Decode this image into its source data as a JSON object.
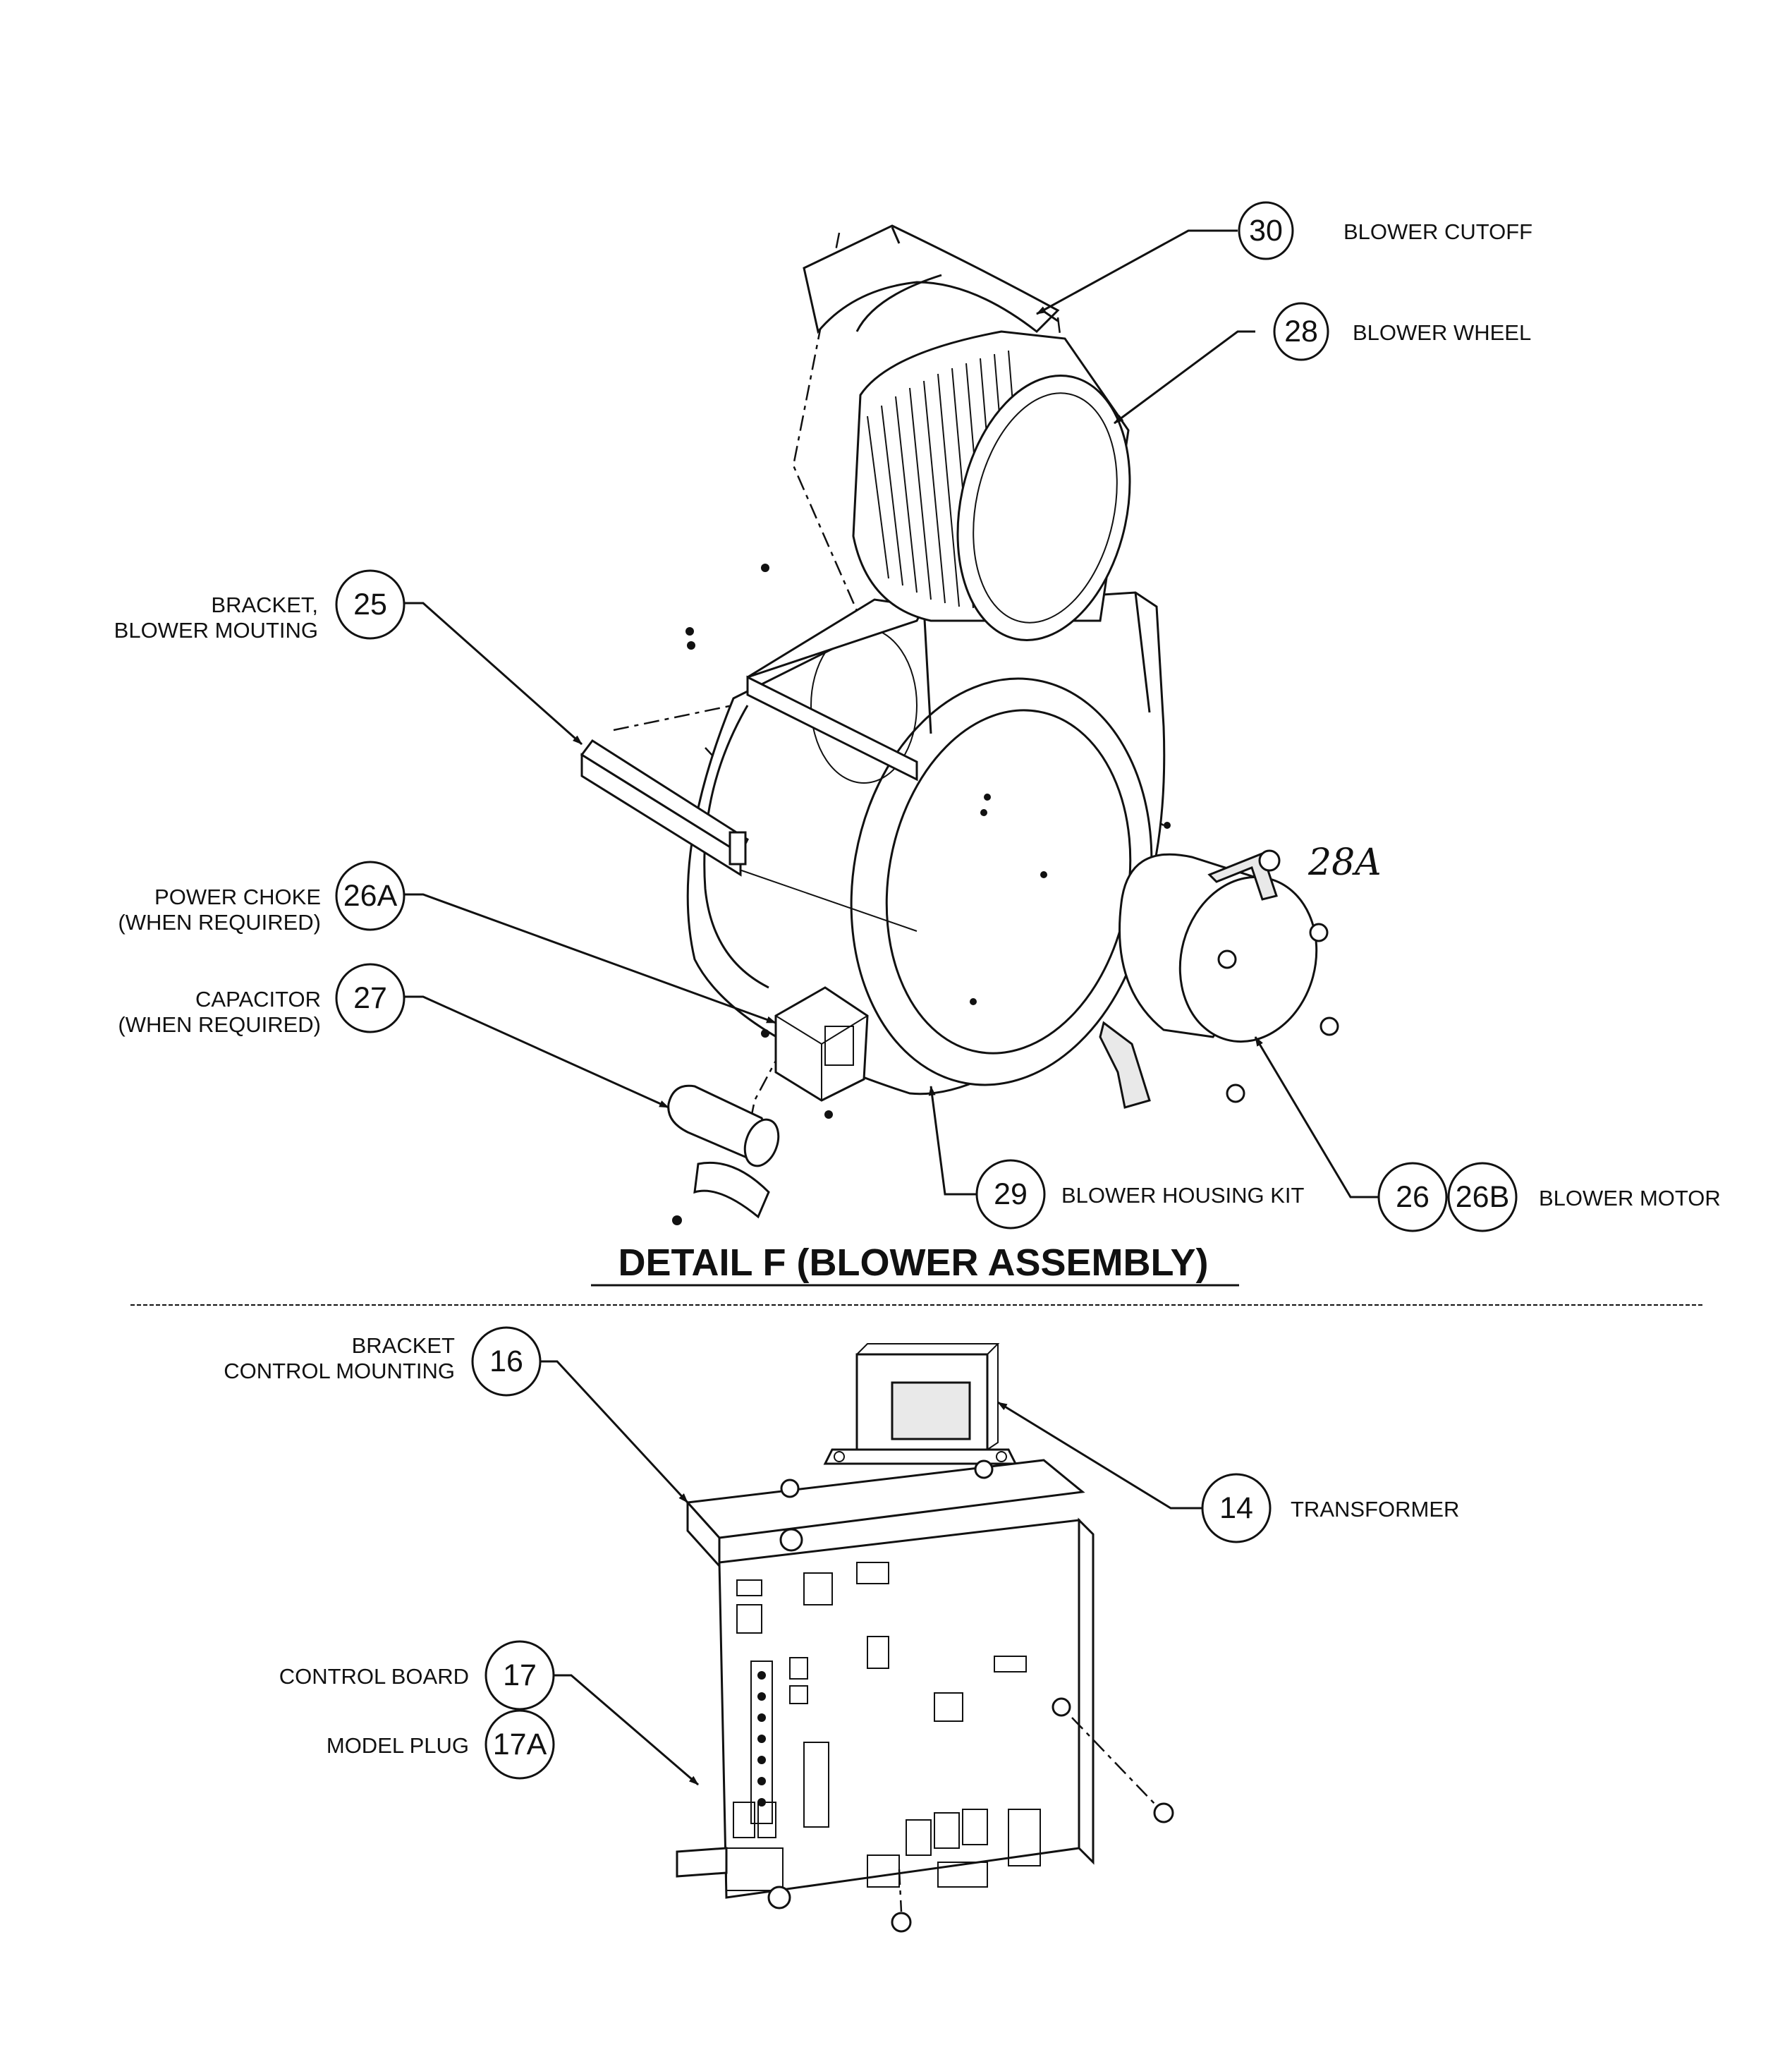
{
  "detail_title": "DETAIL F (BLOWER ASSEMBLY)",
  "handwritten_note": "28A",
  "callouts": {
    "c30": {
      "num": "30",
      "label": "BLOWER CUTOFF"
    },
    "c28": {
      "num": "28",
      "label": "BLOWER WHEEL"
    },
    "c25": {
      "num": "25",
      "label1": "BRACKET,",
      "label2": "BLOWER MOUTING"
    },
    "c26a": {
      "num": "26A",
      "label1": "POWER CHOKE",
      "label2": "(WHEN REQUIRED)"
    },
    "c27": {
      "num": "27",
      "label1": "CAPACITOR",
      "label2": "(WHEN REQUIRED)"
    },
    "c29": {
      "num": "29",
      "label": "BLOWER HOUSING KIT"
    },
    "c26": {
      "num": "26",
      "num2": "26B",
      "label": "BLOWER MOTOR"
    },
    "c16": {
      "num": "16",
      "label1": "BRACKET",
      "label2": "CONTROL MOUNTING"
    },
    "c14": {
      "num": "14",
      "label": "TRANSFORMER"
    },
    "c17": {
      "num": "17",
      "label": "CONTROL BOARD"
    },
    "c17a": {
      "num": "17A",
      "label": "MODEL PLUG"
    }
  }
}
